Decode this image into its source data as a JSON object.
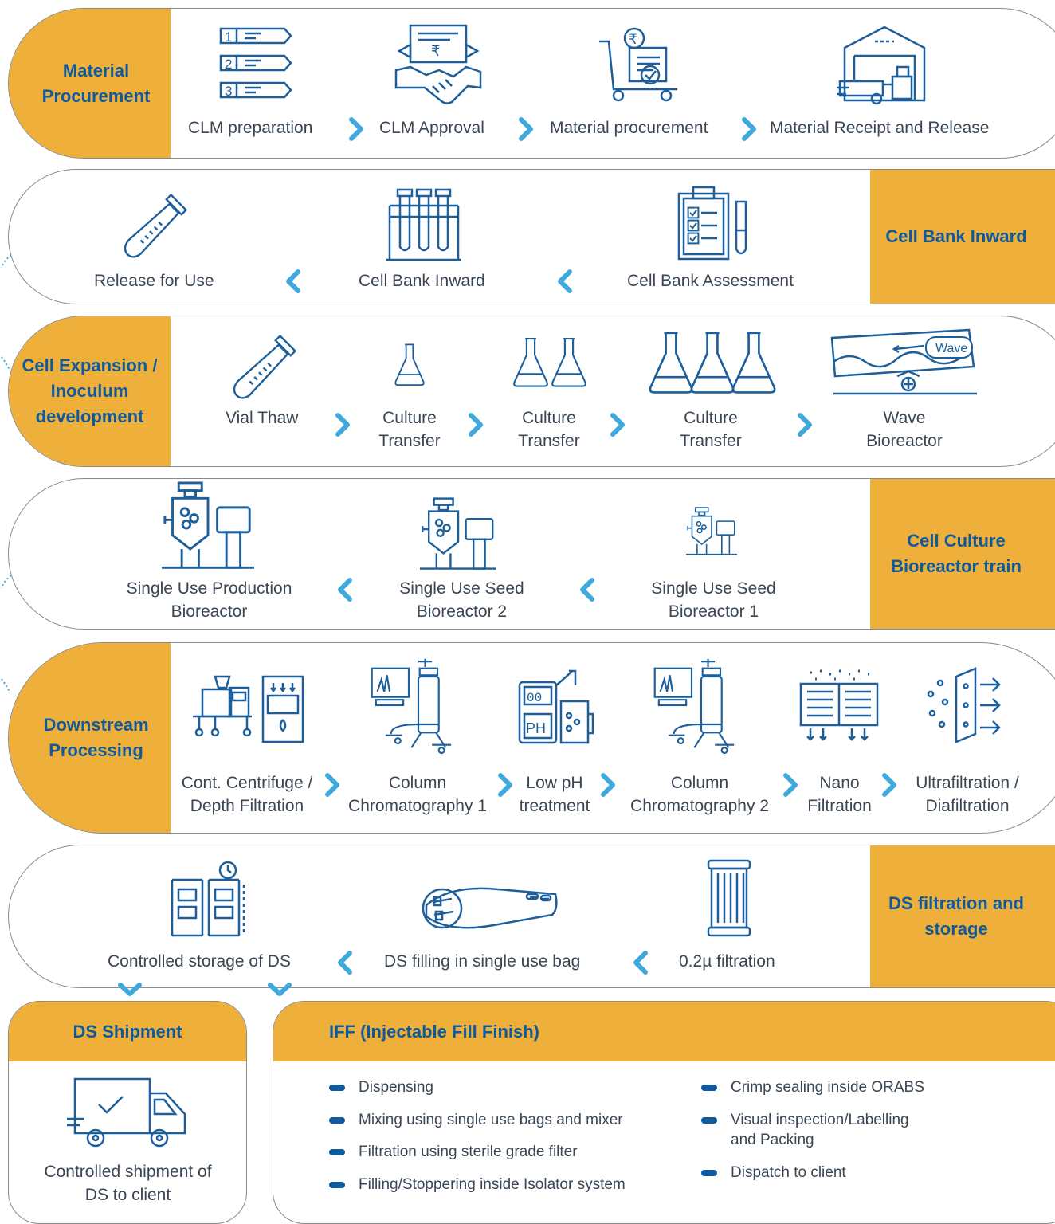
{
  "rows": [
    {
      "label": "Material Procurement",
      "steps": [
        "CLM preparation",
        "CLM Approval",
        "Material procurement",
        "Material Receipt and Release"
      ]
    },
    {
      "label": "Cell Bank Inward",
      "steps": [
        "Release for Use",
        "Cell Bank Inward",
        "Cell Bank Assessment"
      ]
    },
    {
      "label": "Cell Expansion / Inoculum development",
      "steps": [
        "Vial Thaw",
        "Culture Transfer",
        "Culture Transfer",
        "Culture Transfer",
        "Wave Bioreactor"
      ],
      "wave_tag": "Wave"
    },
    {
      "label": "Cell Culture Bioreactor train",
      "steps": [
        "Single Use Production Bioreactor",
        "Single Use Seed Bioreactor 2",
        "Single Use Seed Bioreactor 1"
      ]
    },
    {
      "label": "Downstream Processing",
      "steps": [
        "Cont. Centrifuge / Depth Filtration",
        "Column Chromatography 1",
        "Low pH treatment",
        "Column Chromatography 2",
        "Nano Filtration",
        "Ultrafiltration / Diafiltration"
      ],
      "ph_text": "PH",
      "meter_text": "00"
    },
    {
      "label": "DS filtration and storage",
      "steps": [
        "Controlled storage of DS",
        "DS filling in single use bag",
        "0.2µ filtration"
      ]
    }
  ],
  "shipment": {
    "title": "DS Shipment",
    "caption": "Controlled shipment of DS to client"
  },
  "iff": {
    "title": "IFF (Injectable Fill Finish)",
    "left_items": [
      "Dispensing",
      "Mixing using single use bags and mixer",
      "Filtration using sterile grade filter",
      "Filling/Stoppering inside Isolator system"
    ],
    "right_items": [
      "Crimp sealing inside ORABS",
      "Visual inspection/Labelling and Packing",
      "Dispatch to client"
    ]
  },
  "list_numbers": [
    "1",
    "2",
    "3"
  ],
  "currency_symbol": "₹",
  "colors": {
    "accent": "#eeb03b",
    "title_blue": "#0e5a9c",
    "arrow_blue": "#3fa9dd",
    "icon_blue": "#1c5f9a",
    "border": "#8a8a8a"
  },
  "icons": [
    "numbered-list-icon",
    "handshake-icon",
    "cart-icon",
    "warehouse-icon",
    "tube-icon",
    "test-tubes-icon",
    "clipboard-icon",
    "flask-icon",
    "wave-bioreactor-icon",
    "bioreactor-icon",
    "centrifuge-icon",
    "column-icon",
    "ph-meter-icon",
    "nanofilter-icon",
    "ultrafilter-icon",
    "storage-rack-icon",
    "bag-icon",
    "filter-cartridge-icon",
    "truck-icon"
  ]
}
